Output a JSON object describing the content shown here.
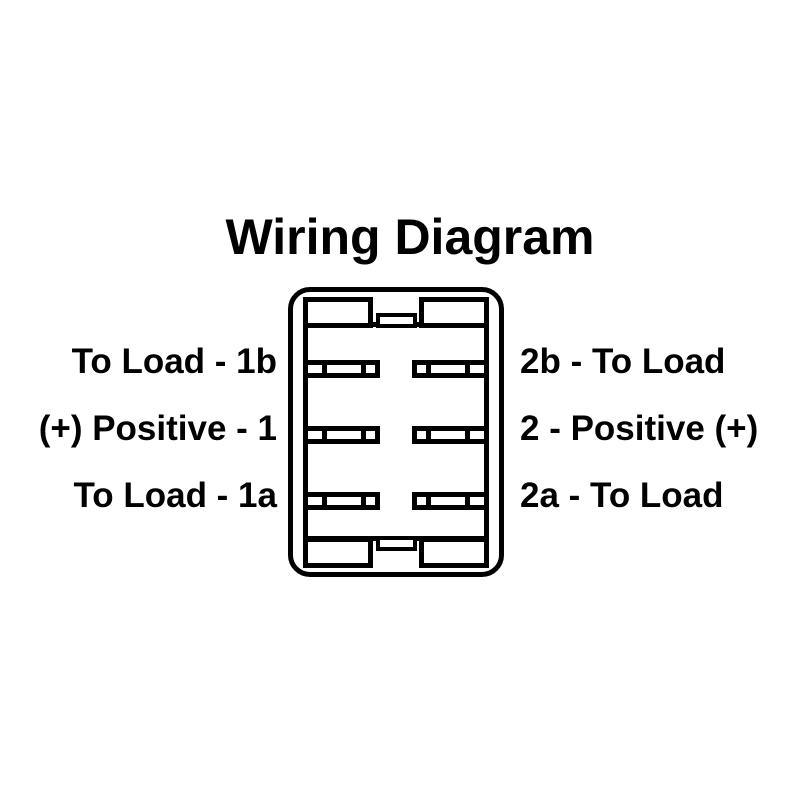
{
  "title": "Wiring Diagram",
  "colors": {
    "line": "#000000",
    "background": "#ffffff"
  },
  "connector": {
    "description": "6-terminal rocker switch connector, rear view",
    "rows": [
      {
        "left_label": "To Load - 1b",
        "right_label": "2b - To Load"
      },
      {
        "left_label": "(+) Positive - 1",
        "right_label": "2 - Positive (+)"
      },
      {
        "left_label": "To Load - 1a",
        "right_label": "2a - To Load"
      }
    ]
  }
}
